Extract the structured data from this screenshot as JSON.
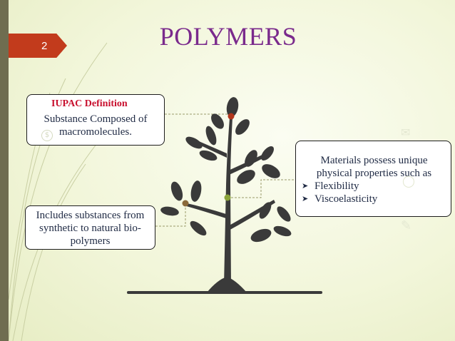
{
  "slide": {
    "number": "2",
    "title": "POLYMERS"
  },
  "definition_box": {
    "heading": "IUPAC Definition",
    "body": "Substance Composed of macromolecules."
  },
  "properties_box": {
    "intro": "Materials possess unique physical properties such as",
    "bullets": [
      "Flexibility",
      "Viscoelasticity"
    ]
  },
  "includes_box": {
    "body": "Includes substances from synthetic to natural bio-polymers"
  },
  "icons": {
    "bullet_arrow": "arrow-right-icon",
    "decor_dollar": "dollar-icon",
    "decor_mail": "mail-icon",
    "decor_circle": "circle-icon",
    "decor_pencil": "pencil-icon"
  },
  "colors": {
    "title": "#7a2a8c",
    "number_tab": "#c23b1c",
    "heading": "#c8102e",
    "tree": "#3a3a3a"
  }
}
